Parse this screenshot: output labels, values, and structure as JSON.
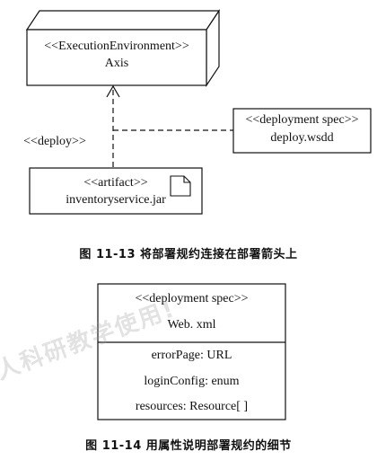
{
  "figure1": {
    "node": {
      "stereotype": "<<ExecutionEnvironment>>",
      "name": "Axis"
    },
    "artifact": {
      "stereotype": "<<artifact>>",
      "name": "inventoryservice.jar"
    },
    "spec": {
      "stereotype": "<<deployment spec>>",
      "name": "deploy.wsdd"
    },
    "deploy_label": "<<deploy>>",
    "caption": "图 11-13   将部署规约连接在部署箭头上"
  },
  "figure2": {
    "stereotype": "<<deployment spec>>",
    "name": "Web. xml",
    "attributes": [
      "errorPage: URL",
      "loginConfig: enum",
      "resources: Resource[ ]"
    ],
    "caption": "图 11-14   用属性说明部署规约的细节"
  },
  "watermark": "人科研教学使用!"
}
